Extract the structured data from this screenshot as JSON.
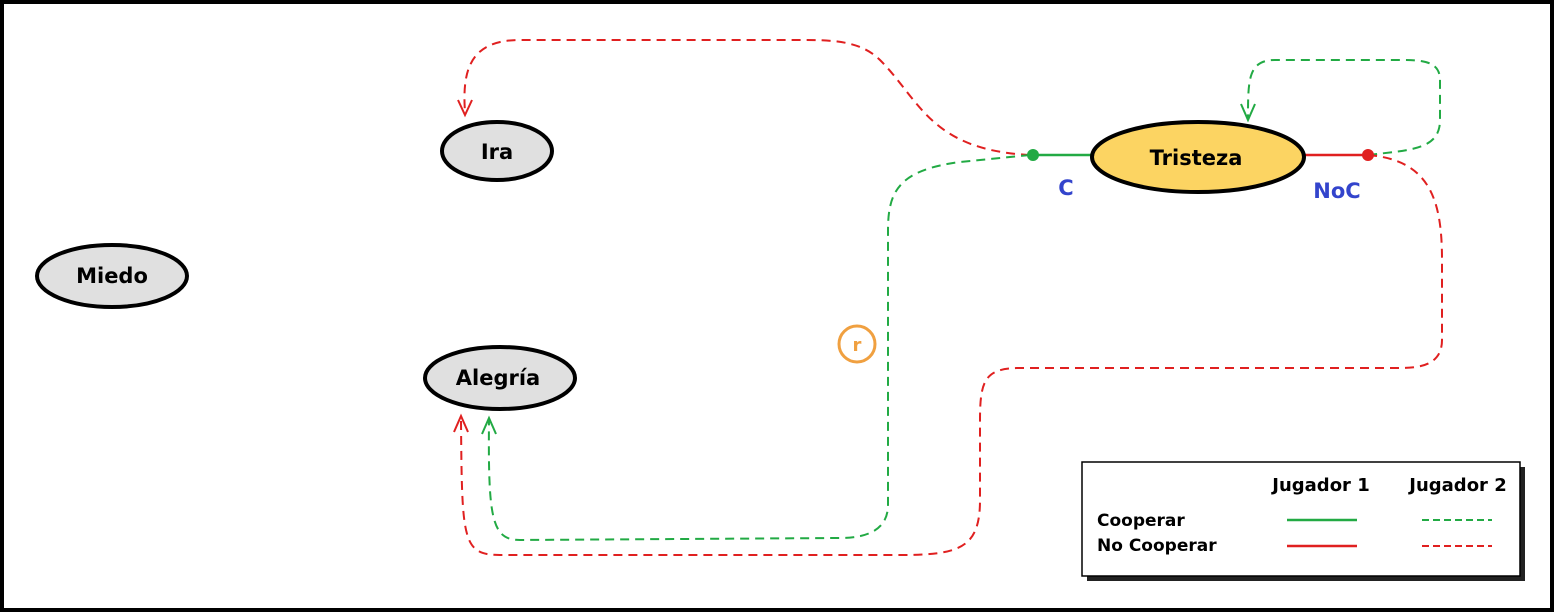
{
  "nodes": {
    "ira": "Ira",
    "miedo": "Miedo",
    "alegria": "Alegría",
    "tristeza": "Tristeza"
  },
  "labels": {
    "c": "C",
    "noc": "NoC",
    "r": "r"
  },
  "legend": {
    "header_player1": "Jugador 1",
    "header_player2": "Jugador 2",
    "row_cooperate": "Cooperar",
    "row_no_cooperate": "No Cooperar"
  },
  "colors": {
    "cooperate": "#22aa44",
    "no_cooperate": "#e02020",
    "node_fill": "#e0e0e0",
    "active_node_fill": "#fcd462",
    "action_label": "#3344cc",
    "chance_node": "#f0a040"
  },
  "line_styles": {
    "jugador_1": "solid",
    "jugador_2": "dashed"
  }
}
